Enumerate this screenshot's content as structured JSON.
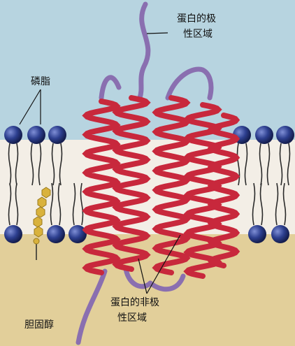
{
  "labels": {
    "phospholipid": "磷脂",
    "polar_domain_line1": "蛋白的极",
    "polar_domain_line2": "性区域",
    "nonpolar_domain_line1": "蛋白的非极",
    "nonpolar_domain_line2": "性区域",
    "cholesterol": "胆固醇"
  },
  "colors": {
    "water_top": "#b7d4e0",
    "membrane_core": "#f3eee6",
    "lower_region": "#e2cf9a",
    "head_group": "#2d3f8f",
    "helix": "#c8283c",
    "loop": "#8a6fb0",
    "cholesterol": "#d9b23c"
  }
}
